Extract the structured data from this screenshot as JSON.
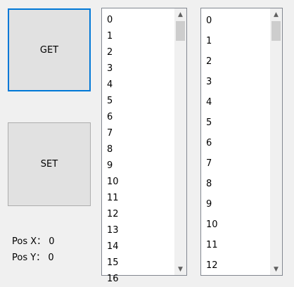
{
  "buttons": {
    "get_label": "GET",
    "set_label": "SET"
  },
  "position": {
    "x_label": "Pos X：",
    "x_value": "0",
    "y_label": "Pos Y：",
    "y_value": "0"
  },
  "list1": {
    "items": [
      "0",
      "1",
      "2",
      "3",
      "4",
      "5",
      "6",
      "7",
      "8",
      "9",
      "10",
      "11",
      "12",
      "13",
      "14",
      "15",
      "16"
    ],
    "scroll_fraction": 0.0
  },
  "list2": {
    "items": [
      "0",
      "1",
      "2",
      "3",
      "4",
      "5",
      "6",
      "7",
      "8",
      "9",
      "10",
      "11",
      "12"
    ],
    "scroll_fraction": 0.0
  },
  "icons": {
    "up": "scroll-up-arrow-icon",
    "down": "scroll-down-arrow-icon"
  }
}
